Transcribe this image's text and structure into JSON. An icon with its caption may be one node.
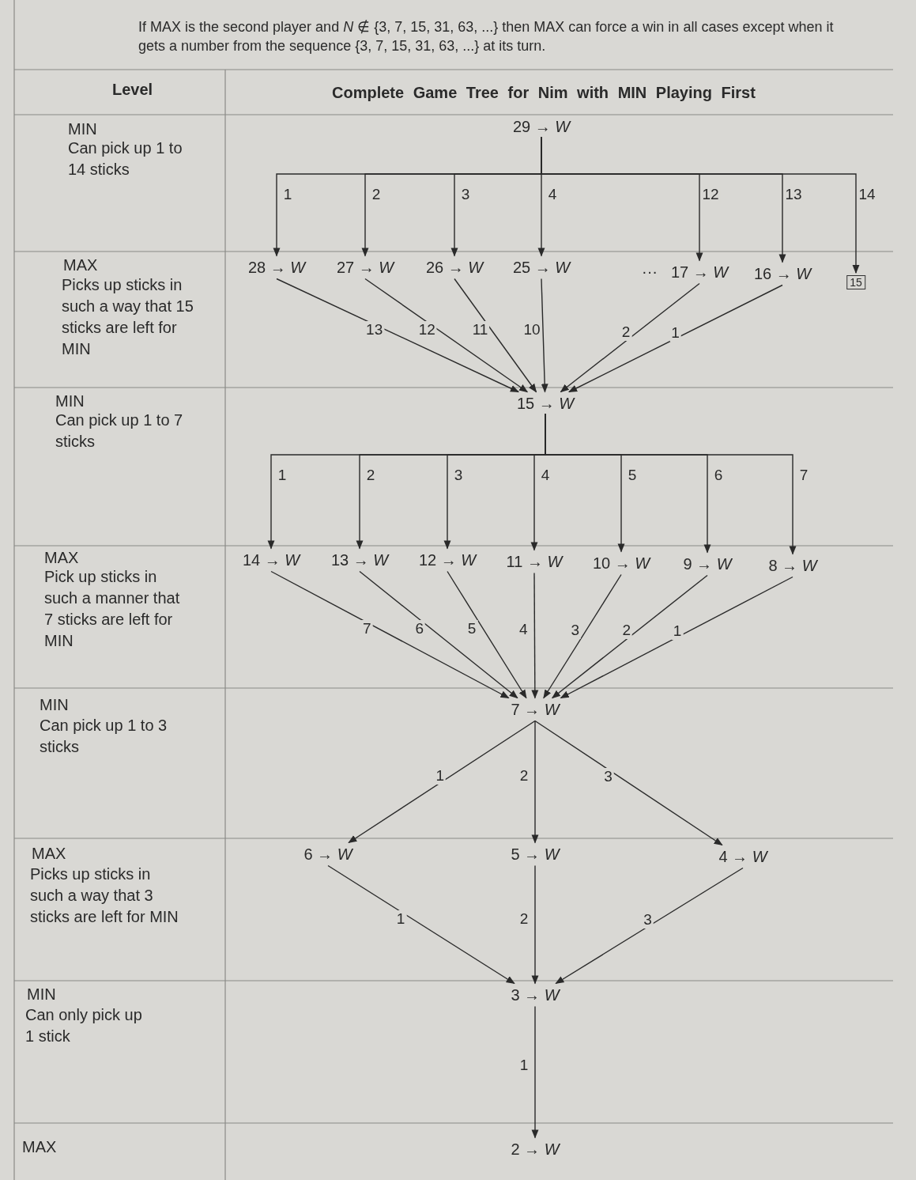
{
  "diagram": {
    "nodes": [
      {
        "text": [
          "29 → *W*"
        ]
      },
      {
        "text": [
          "28 → *W*"
        ]
      },
      {
        "text": [
          "27 → *W*"
        ]
      },
      {
        "text": [
          "26 → *W*"
        ]
      },
      {
        "text": [
          "25 → *W*"
        ]
      },
      {
        "text": [
          "17 → *W*"
        ]
      },
      {
        "text": [
          "16 → *W*"
        ]
      },
      {
        "text": [
          "15"
        ]
      },
      {
        "text": [
          "15 → *W*"
        ]
      },
      {
        "text": [
          "14 → *W*"
        ]
      },
      {
        "text": [
          "13 → *W*"
        ]
      },
      {
        "text": [
          "12 → *W*"
        ]
      },
      {
        "text": [
          "11 → *W*"
        ]
      },
      {
        "text": [
          "10 → *W*"
        ]
      },
      {
        "text": [
          "9 → *W*"
        ]
      },
      {
        "text": [
          "8 → *W*"
        ]
      },
      {
        "text": [
          "7 → *W*"
        ]
      },
      {
        "text": [
          "6 → *W*"
        ]
      },
      {
        "text": [
          "5 → *W*"
        ]
      },
      {
        "text": [
          "4 → *W*"
        ]
      },
      {
        "text": [
          "3 → *W*"
        ]
      },
      {
        "text": [
          "2 → *W*"
        ]
      }
    ],
    "edges": [
      {
        "from": 0,
        "to": 1,
        "arrow": "to",
        "label": "1"
      },
      {
        "from": 0,
        "to": 2,
        "arrow": "to",
        "label": "2"
      },
      {
        "from": 0,
        "to": 3,
        "arrow": "to",
        "label": "3"
      },
      {
        "from": 0,
        "to": 4,
        "arrow": "to",
        "label": "4"
      },
      {
        "from": 0,
        "to": 5,
        "arrow": "to",
        "label": "12"
      },
      {
        "from": 0,
        "to": 6,
        "arrow": "to",
        "label": "13"
      },
      {
        "from": 0,
        "to": 7,
        "arrow": "to",
        "label": "14"
      },
      {
        "from": 1,
        "to": 8,
        "arrow": "to",
        "label": "13"
      },
      {
        "from": 2,
        "to": 8,
        "arrow": "to",
        "label": "12"
      },
      {
        "from": 3,
        "to": 8,
        "arrow": "to",
        "label": "11"
      },
      {
        "from": 4,
        "to": 8,
        "arrow": "to",
        "label": "10"
      },
      {
        "from": 5,
        "to": 8,
        "arrow": "to",
        "label": "2"
      },
      {
        "from": 6,
        "to": 8,
        "arrow": "to",
        "label": "1"
      },
      {
        "from": 8,
        "to": 9,
        "arrow": "to",
        "label": "1"
      },
      {
        "from": 8,
        "to": 10,
        "arrow": "to",
        "label": "2"
      },
      {
        "from": 8,
        "to": 11,
        "arrow": "to",
        "label": "3"
      },
      {
        "from": 8,
        "to": 12,
        "arrow": "to",
        "label": "4"
      },
      {
        "from": 8,
        "to": 13,
        "arrow": "to",
        "label": "5"
      },
      {
        "from": 8,
        "to": 14,
        "arrow": "to",
        "label": "6"
      },
      {
        "from": 8,
        "to": 15,
        "arrow": "to",
        "label": "7"
      },
      {
        "from": 9,
        "to": 16,
        "arrow": "to",
        "label": "7"
      },
      {
        "from": 10,
        "to": 16,
        "arrow": "to",
        "label": "6"
      },
      {
        "from": 11,
        "to": 16,
        "arrow": "to",
        "label": "5"
      },
      {
        "from": 12,
        "to": 16,
        "arrow": "to",
        "label": "4"
      },
      {
        "from": 13,
        "to": 16,
        "arrow": "to",
        "label": "3"
      },
      {
        "from": 14,
        "to": 16,
        "arrow": "to",
        "label": "2"
      },
      {
        "from": 15,
        "to": 16,
        "arrow": "to",
        "label": "1"
      },
      {
        "from": 16,
        "to": 17,
        "arrow": "to",
        "label": "1"
      },
      {
        "from": 16,
        "to": 18,
        "arrow": "to",
        "label": "2"
      },
      {
        "from": 16,
        "to": 19,
        "arrow": "to",
        "label": "3"
      },
      {
        "from": 17,
        "to": 20,
        "arrow": "to",
        "label": "1"
      },
      {
        "from": 18,
        "to": 20,
        "arrow": "to",
        "label": "2"
      },
      {
        "from": 19,
        "to": 20,
        "arrow": "to",
        "label": "3"
      },
      {
        "from": 20,
        "to": 21,
        "arrow": "to",
        "label": "1"
      }
    ],
    "labels": [
      "If MAX is the second player and *N* ∉ {3, 7, 15, 31, 63, ...} then MAX can force a win in all cases except when it gets a number from the sequence {3, 7, 15, 31, 63, ...} at its turn.",
      "Level",
      "Complete Game Tree for Nim with MIN Playing First",
      "MIN",
      "Can pick up 1 to 14 sticks",
      "MAX",
      "Picks up sticks in such a way that 15 sticks are left for MIN",
      "···",
      "MIN",
      "Can pick up 1 to 7 sticks",
      "MAX",
      "Pick up sticks in such a manner that 7 sticks are left for MIN",
      "MIN",
      "Can pick up 1 to 3 sticks",
      "MAX",
      "Picks up sticks in such a way that 3 sticks are left for MIN",
      "MIN",
      "Can only pick up 1 stick",
      "MAX"
    ]
  }
}
